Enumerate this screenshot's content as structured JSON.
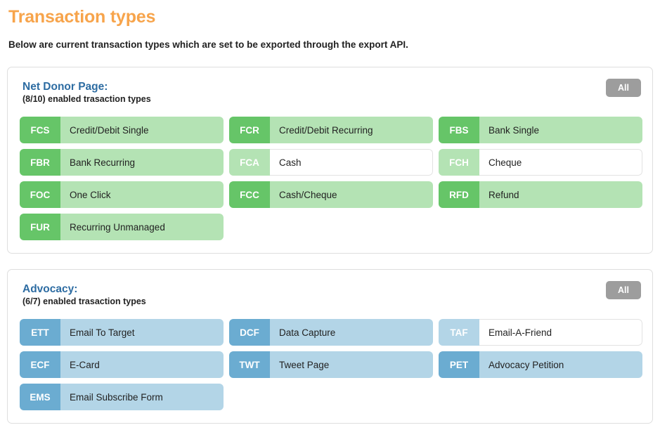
{
  "header": {
    "title": "Transaction types",
    "title_color": "#f7a44b",
    "subtitle": "Below are current transaction types which are set to be exported through the export API."
  },
  "panels": [
    {
      "id": "net-donor-page",
      "title": "Net Donor Page:",
      "subtitle": "(8/10) enabled trasaction types",
      "enabled_count": 8,
      "total_count": 10,
      "all_button_label": "All",
      "theme": "green",
      "accent_enabled": "#66c568",
      "accent_enabled_body": "#b4e3b4",
      "accent_disabled": "#b4e3b4",
      "items": [
        {
          "code": "FCS",
          "label": "Credit/Debit Single",
          "enabled": true
        },
        {
          "code": "FCR",
          "label": "Credit/Debit Recurring",
          "enabled": true
        },
        {
          "code": "FBS",
          "label": "Bank Single",
          "enabled": true
        },
        {
          "code": "FBR",
          "label": "Bank Recurring",
          "enabled": true
        },
        {
          "code": "FCA",
          "label": "Cash",
          "enabled": false
        },
        {
          "code": "FCH",
          "label": "Cheque",
          "enabled": false
        },
        {
          "code": "FOC",
          "label": "One Click",
          "enabled": true
        },
        {
          "code": "FCC",
          "label": "Cash/Cheque",
          "enabled": true
        },
        {
          "code": "RFD",
          "label": "Refund",
          "enabled": true
        },
        {
          "code": "FUR",
          "label": "Recurring Unmanaged",
          "enabled": true
        }
      ]
    },
    {
      "id": "advocacy",
      "title": "Advocacy:",
      "subtitle": "(6/7) enabled trasaction types",
      "enabled_count": 6,
      "total_count": 7,
      "all_button_label": "All",
      "theme": "blue",
      "accent_enabled": "#6bacd1",
      "accent_enabled_body": "#b3d5e7",
      "accent_disabled": "#b3d5e7",
      "items": [
        {
          "code": "ETT",
          "label": "Email To Target",
          "enabled": true
        },
        {
          "code": "DCF",
          "label": "Data Capture",
          "enabled": true
        },
        {
          "code": "TAF",
          "label": "Email-A-Friend",
          "enabled": false
        },
        {
          "code": "ECF",
          "label": "E-Card",
          "enabled": true
        },
        {
          "code": "TWT",
          "label": "Tweet Page",
          "enabled": true
        },
        {
          "code": "PET",
          "label": "Advocacy Petition",
          "enabled": true
        },
        {
          "code": "EMS",
          "label": "Email Subscribe Form",
          "enabled": true
        }
      ]
    }
  ]
}
